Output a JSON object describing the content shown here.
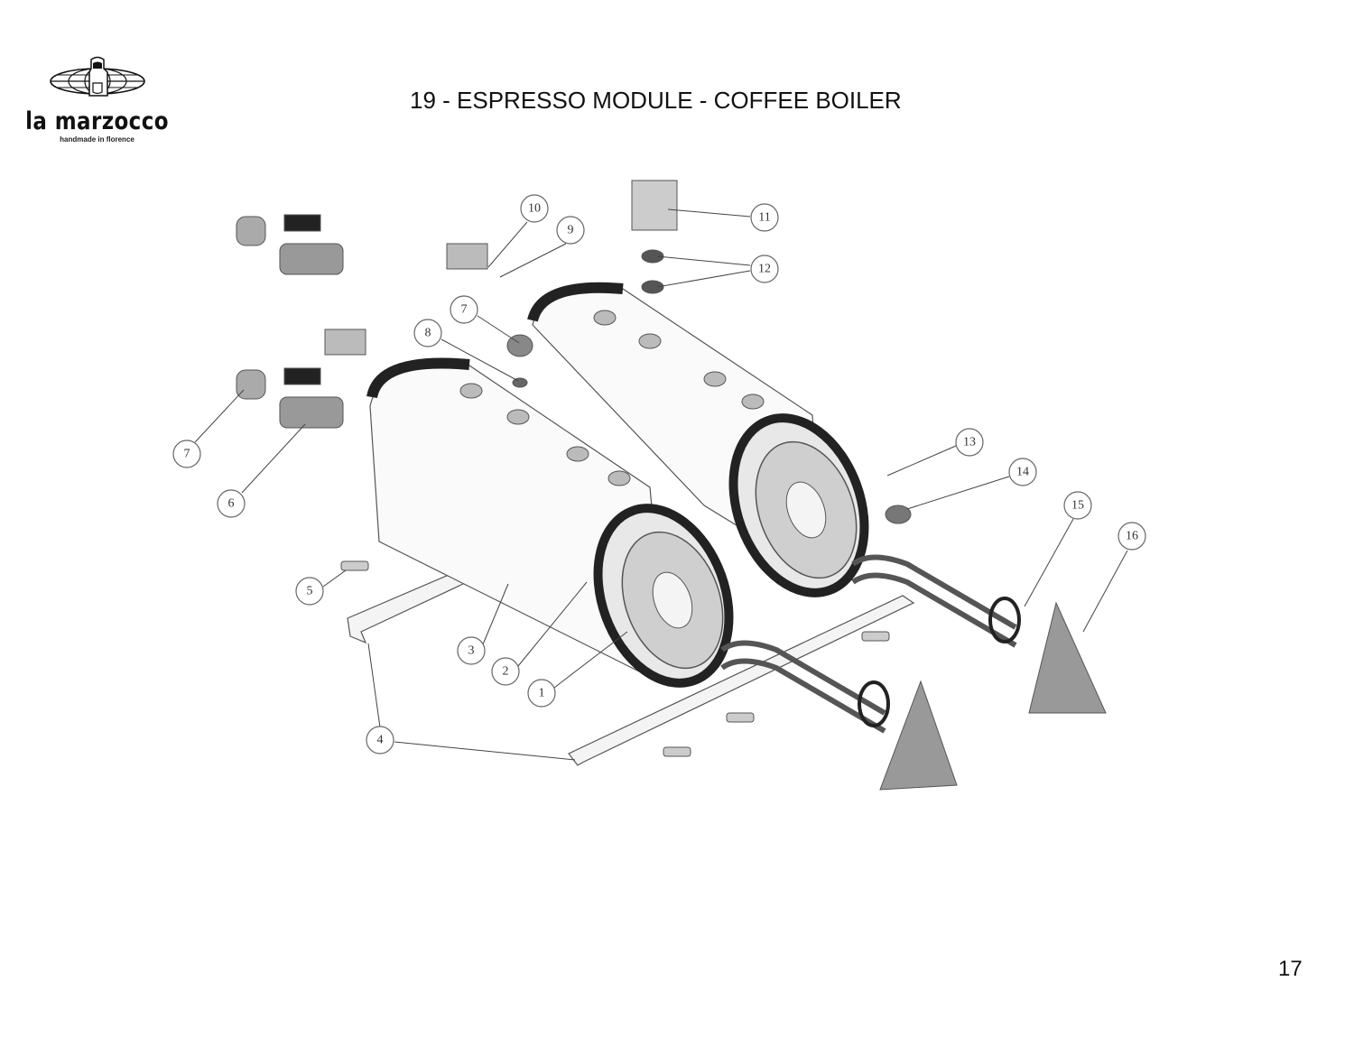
{
  "header": {
    "title": "19 - ESPRESSO MODULE - COFFEE BOILER",
    "logo_text": "la marzocco",
    "logo_tagline": "handmade in florence"
  },
  "diagram": {
    "callouts": [
      {
        "label": "1"
      },
      {
        "label": "2"
      },
      {
        "label": "3"
      },
      {
        "label": "4"
      },
      {
        "label": "5"
      },
      {
        "label": "6"
      },
      {
        "label": "7"
      },
      {
        "label": "7"
      },
      {
        "label": "8"
      },
      {
        "label": "9"
      },
      {
        "label": "10"
      },
      {
        "label": "11"
      },
      {
        "label": "12"
      },
      {
        "label": "13"
      },
      {
        "label": "14"
      },
      {
        "label": "15"
      },
      {
        "label": "16"
      }
    ]
  },
  "footer": {
    "page_number": "17"
  }
}
